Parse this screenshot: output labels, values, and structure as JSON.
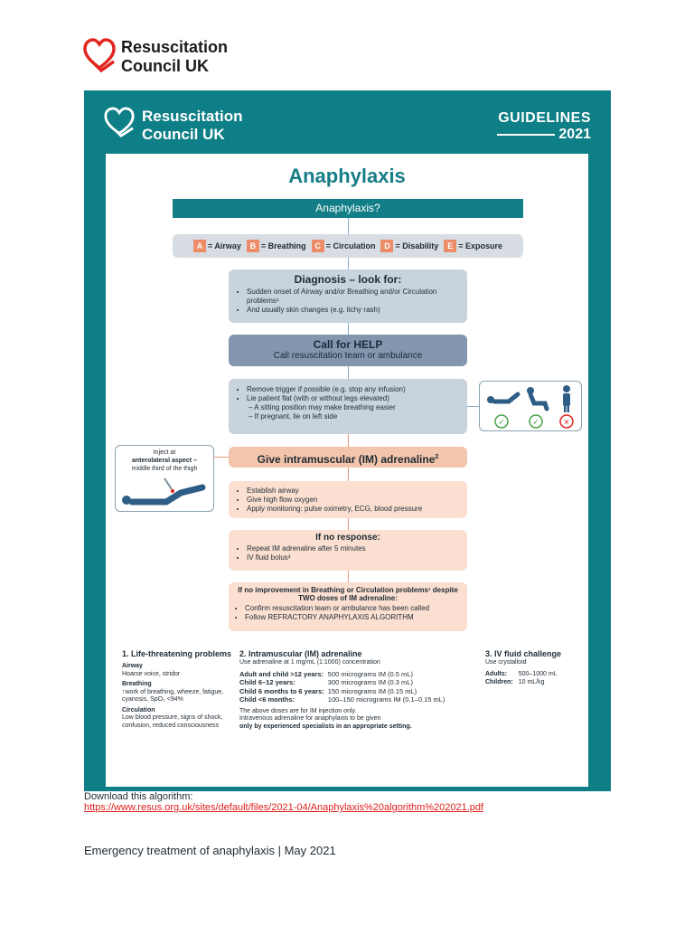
{
  "logo": {
    "line1": "Resuscitation",
    "line2": "Council UK"
  },
  "poster": {
    "logo": {
      "line1": "Resuscitation",
      "line2": "Council UK"
    },
    "guidelines": {
      "label": "GUIDELINES",
      "year": "2021"
    },
    "title": "Anaphylaxis",
    "question": "Anaphylaxis?",
    "abcde": [
      {
        "letter": "A",
        "text": "= Airway"
      },
      {
        "letter": "B",
        "text": "= Breathing"
      },
      {
        "letter": "C",
        "text": "= Circulation"
      },
      {
        "letter": "D",
        "text": "= Disability"
      },
      {
        "letter": "E",
        "text": "= Exposure"
      }
    ],
    "diagnosis": {
      "heading": "Diagnosis – look for:",
      "bullets": [
        "Sudden onset of Airway and/or Breathing and/or Circulation problems¹",
        "And usually skin changes (e.g. itchy rash)"
      ]
    },
    "help": {
      "title": "Call for HELP",
      "subtitle": "Call resuscitation team or ambulance"
    },
    "remove": {
      "bullets": [
        "Remove trigger if possible (e.g. stop any infusion)",
        "Lie patient flat (with or without legs elevated)"
      ],
      "sub": [
        "– A sitting position may make breathing easier",
        "– If pregnant, lie on left side"
      ]
    },
    "positions": {
      "ok1": "✓",
      "ok2": "✓",
      "no": "✕"
    },
    "im": {
      "text": "Give intramuscular (IM) adrenaline",
      "sup": "2"
    },
    "inject": {
      "line1": "Inject at",
      "line2": "anterolateral aspect –",
      "line3": "middle third of the thigh"
    },
    "establish": {
      "bullets": [
        "Establish airway",
        "Give high flow oxygen",
        "Apply monitoring: pulse oximetry, ECG, blood pressure"
      ]
    },
    "no_response": {
      "heading": "If no response:",
      "bullets": [
        "Repeat IM adrenaline after 5 minutes",
        "IV fluid bolus³"
      ]
    },
    "no_improvement": {
      "heading": "If no improvement in Breathing or Circulation problems¹ despite TWO doses of IM adrenaline:",
      "bullets": [
        "Confirm resuscitation team or ambulance has been called",
        "Follow REFRACTORY ANAPHYLAXIS ALGORITHM"
      ]
    },
    "notes": {
      "life": {
        "heading": "1. Life-threatening problems",
        "airway_h": "Airway",
        "airway": "Hoarse voice, stridor",
        "breathing_h": "Breathing",
        "breathing": "↑work of breathing, wheeze, fatigue, cyanosis, SpO₂ <94%",
        "circulation_h": "Circulation",
        "circulation": "Low blood pressure, signs of shock, confusion, reduced consciousness"
      },
      "im": {
        "heading": "2. Intramuscular (IM) adrenaline",
        "sub": "Use adrenaline at 1 mg/mL (1:1000) concentration",
        "rows": [
          {
            "k": "Adult and child >12 years:",
            "v": "500 micrograms IM (0.5 mL)"
          },
          {
            "k": "Child 6–12 years:",
            "v": "300 micrograms IM (0.3 mL)"
          },
          {
            "k": "Child 6 months to 6 years:",
            "v": "150 micrograms IM (0.15 mL)"
          },
          {
            "k": "Child <6 months:",
            "v": "100–150 micrograms IM (0.1–0.15 mL)"
          }
        ],
        "foot1": "The above doses are for IM injection only.",
        "foot2": "Intravenous adrenaline for anaphylaxis to be given",
        "foot3": "only by experienced specialists in an appropriate setting."
      },
      "iv": {
        "heading": "3. IV fluid challenge",
        "sub": "Use crystalloid",
        "rows": [
          {
            "k": "Adults:",
            "v": "500–1000 mL"
          },
          {
            "k": "Children:",
            "v": "10 mL/kg"
          }
        ]
      }
    }
  },
  "download": {
    "label": "Download this algorithm:",
    "url": "https://www.resus.org.uk/sites/default/files/2021-04/Anaphylaxis%20algorithm%202021.pdf"
  },
  "footer": "Emergency treatment of anaphylaxis | May 2021"
}
